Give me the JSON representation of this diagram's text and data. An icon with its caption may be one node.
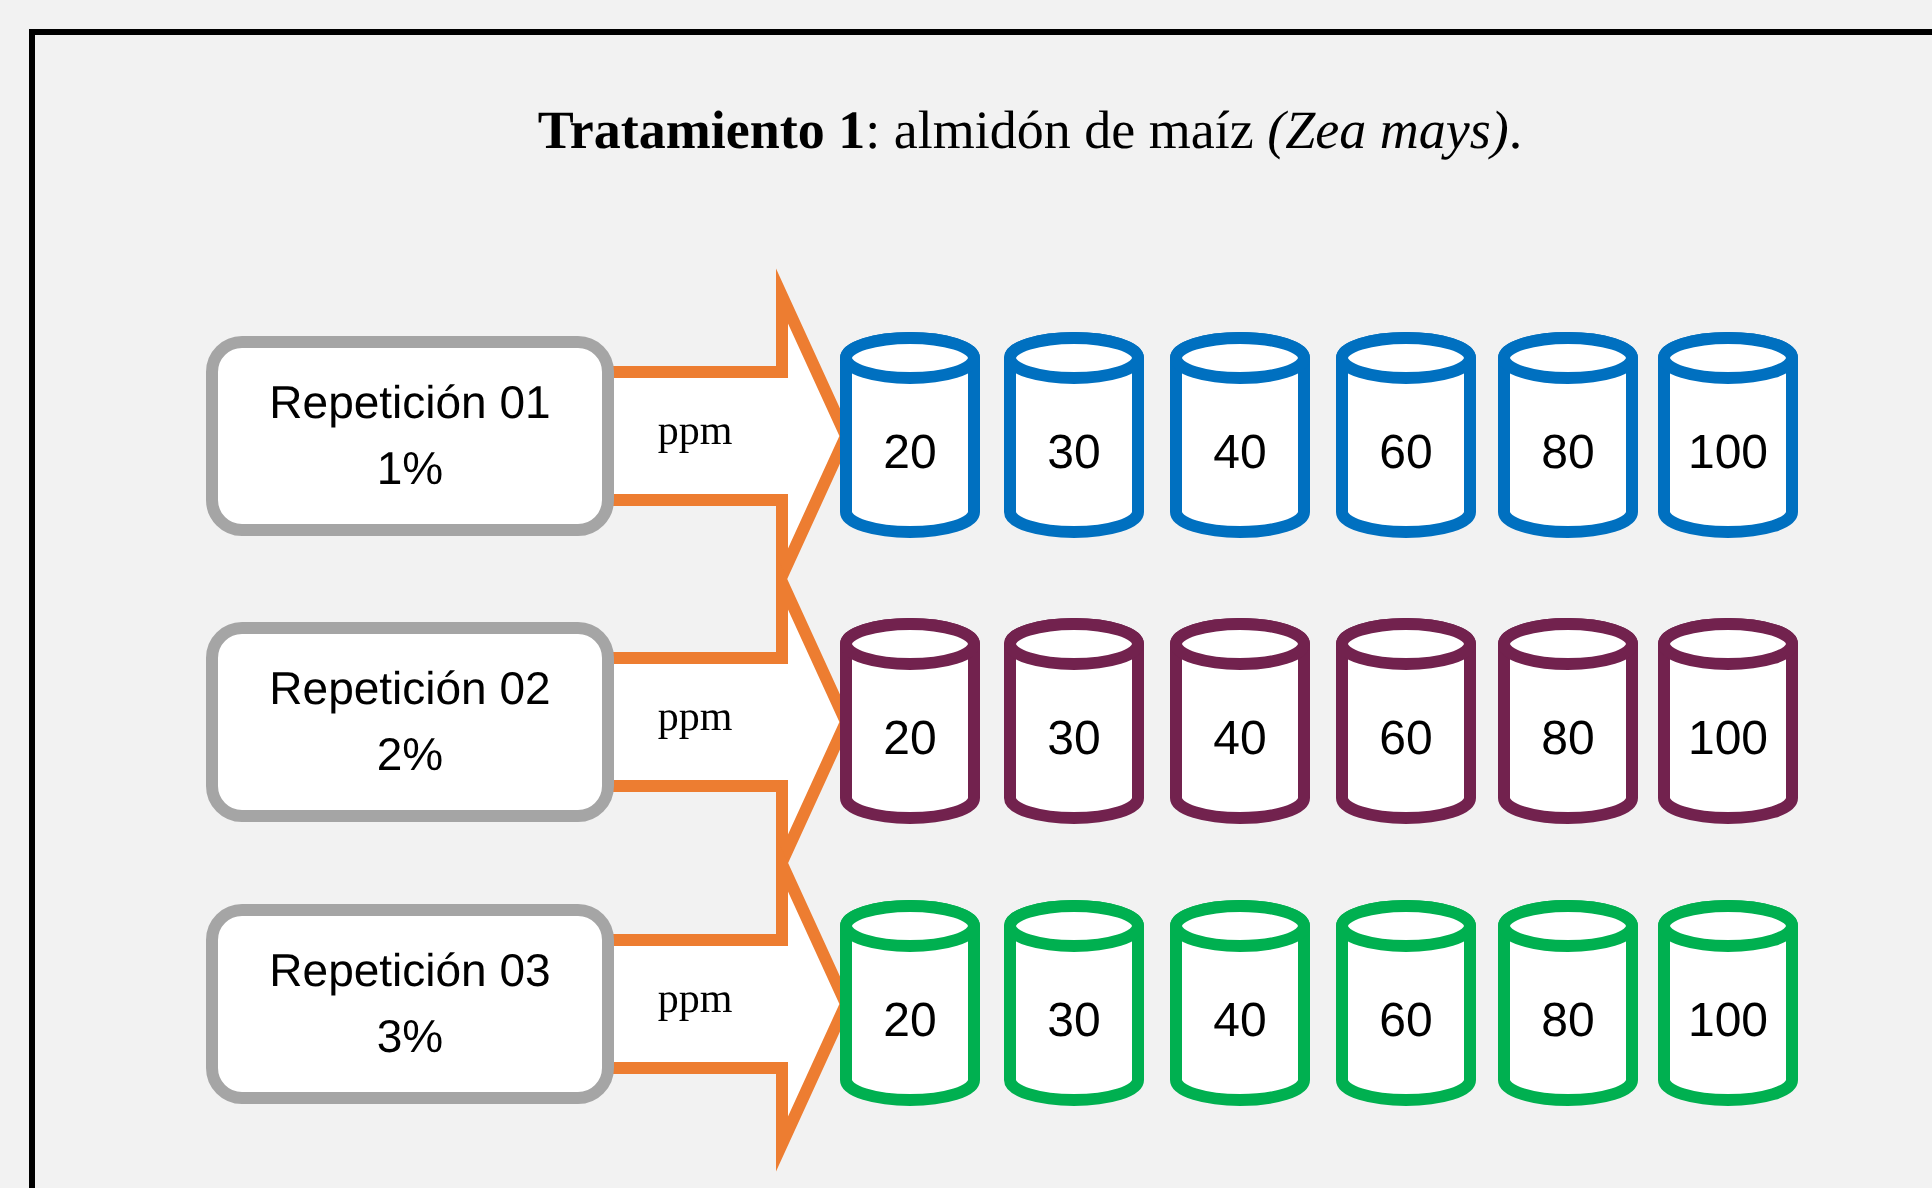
{
  "diagram": {
    "title": "**Tratamiento 1**: almidón de maíz *(Zea mays)*.",
    "nodes": [
      {
        "text": [
          "Repetición 01 1%"
        ]
      },
      {
        "text": [
          "20"
        ]
      },
      {
        "text": [
          "30"
        ]
      },
      {
        "text": [
          "40"
        ]
      },
      {
        "text": [
          "60"
        ]
      },
      {
        "text": [
          "80"
        ]
      },
      {
        "text": [
          "100"
        ]
      },
      {
        "text": [
          "Repetición 02 2%"
        ]
      },
      {
        "text": [
          "20"
        ]
      },
      {
        "text": [
          "30"
        ]
      },
      {
        "text": [
          "40"
        ]
      },
      {
        "text": [
          "60"
        ]
      },
      {
        "text": [
          "80"
        ]
      },
      {
        "text": [
          "100"
        ]
      },
      {
        "text": [
          "Repetición 03 3%"
        ]
      },
      {
        "text": [
          "20"
        ]
      },
      {
        "text": [
          "30"
        ]
      },
      {
        "text": [
          "40"
        ]
      },
      {
        "text": [
          "60"
        ]
      },
      {
        "text": [
          "80"
        ]
      },
      {
        "text": [
          "100"
        ]
      }
    ],
    "edges": [
      {
        "from": 0,
        "to": 1,
        "arrow": "to",
        "label": "ppm"
      },
      {
        "from": 7,
        "to": 8,
        "arrow": "to",
        "label": "ppm"
      },
      {
        "from": 14,
        "to": 15,
        "arrow": "to",
        "label": "ppm"
      }
    ]
  }
}
